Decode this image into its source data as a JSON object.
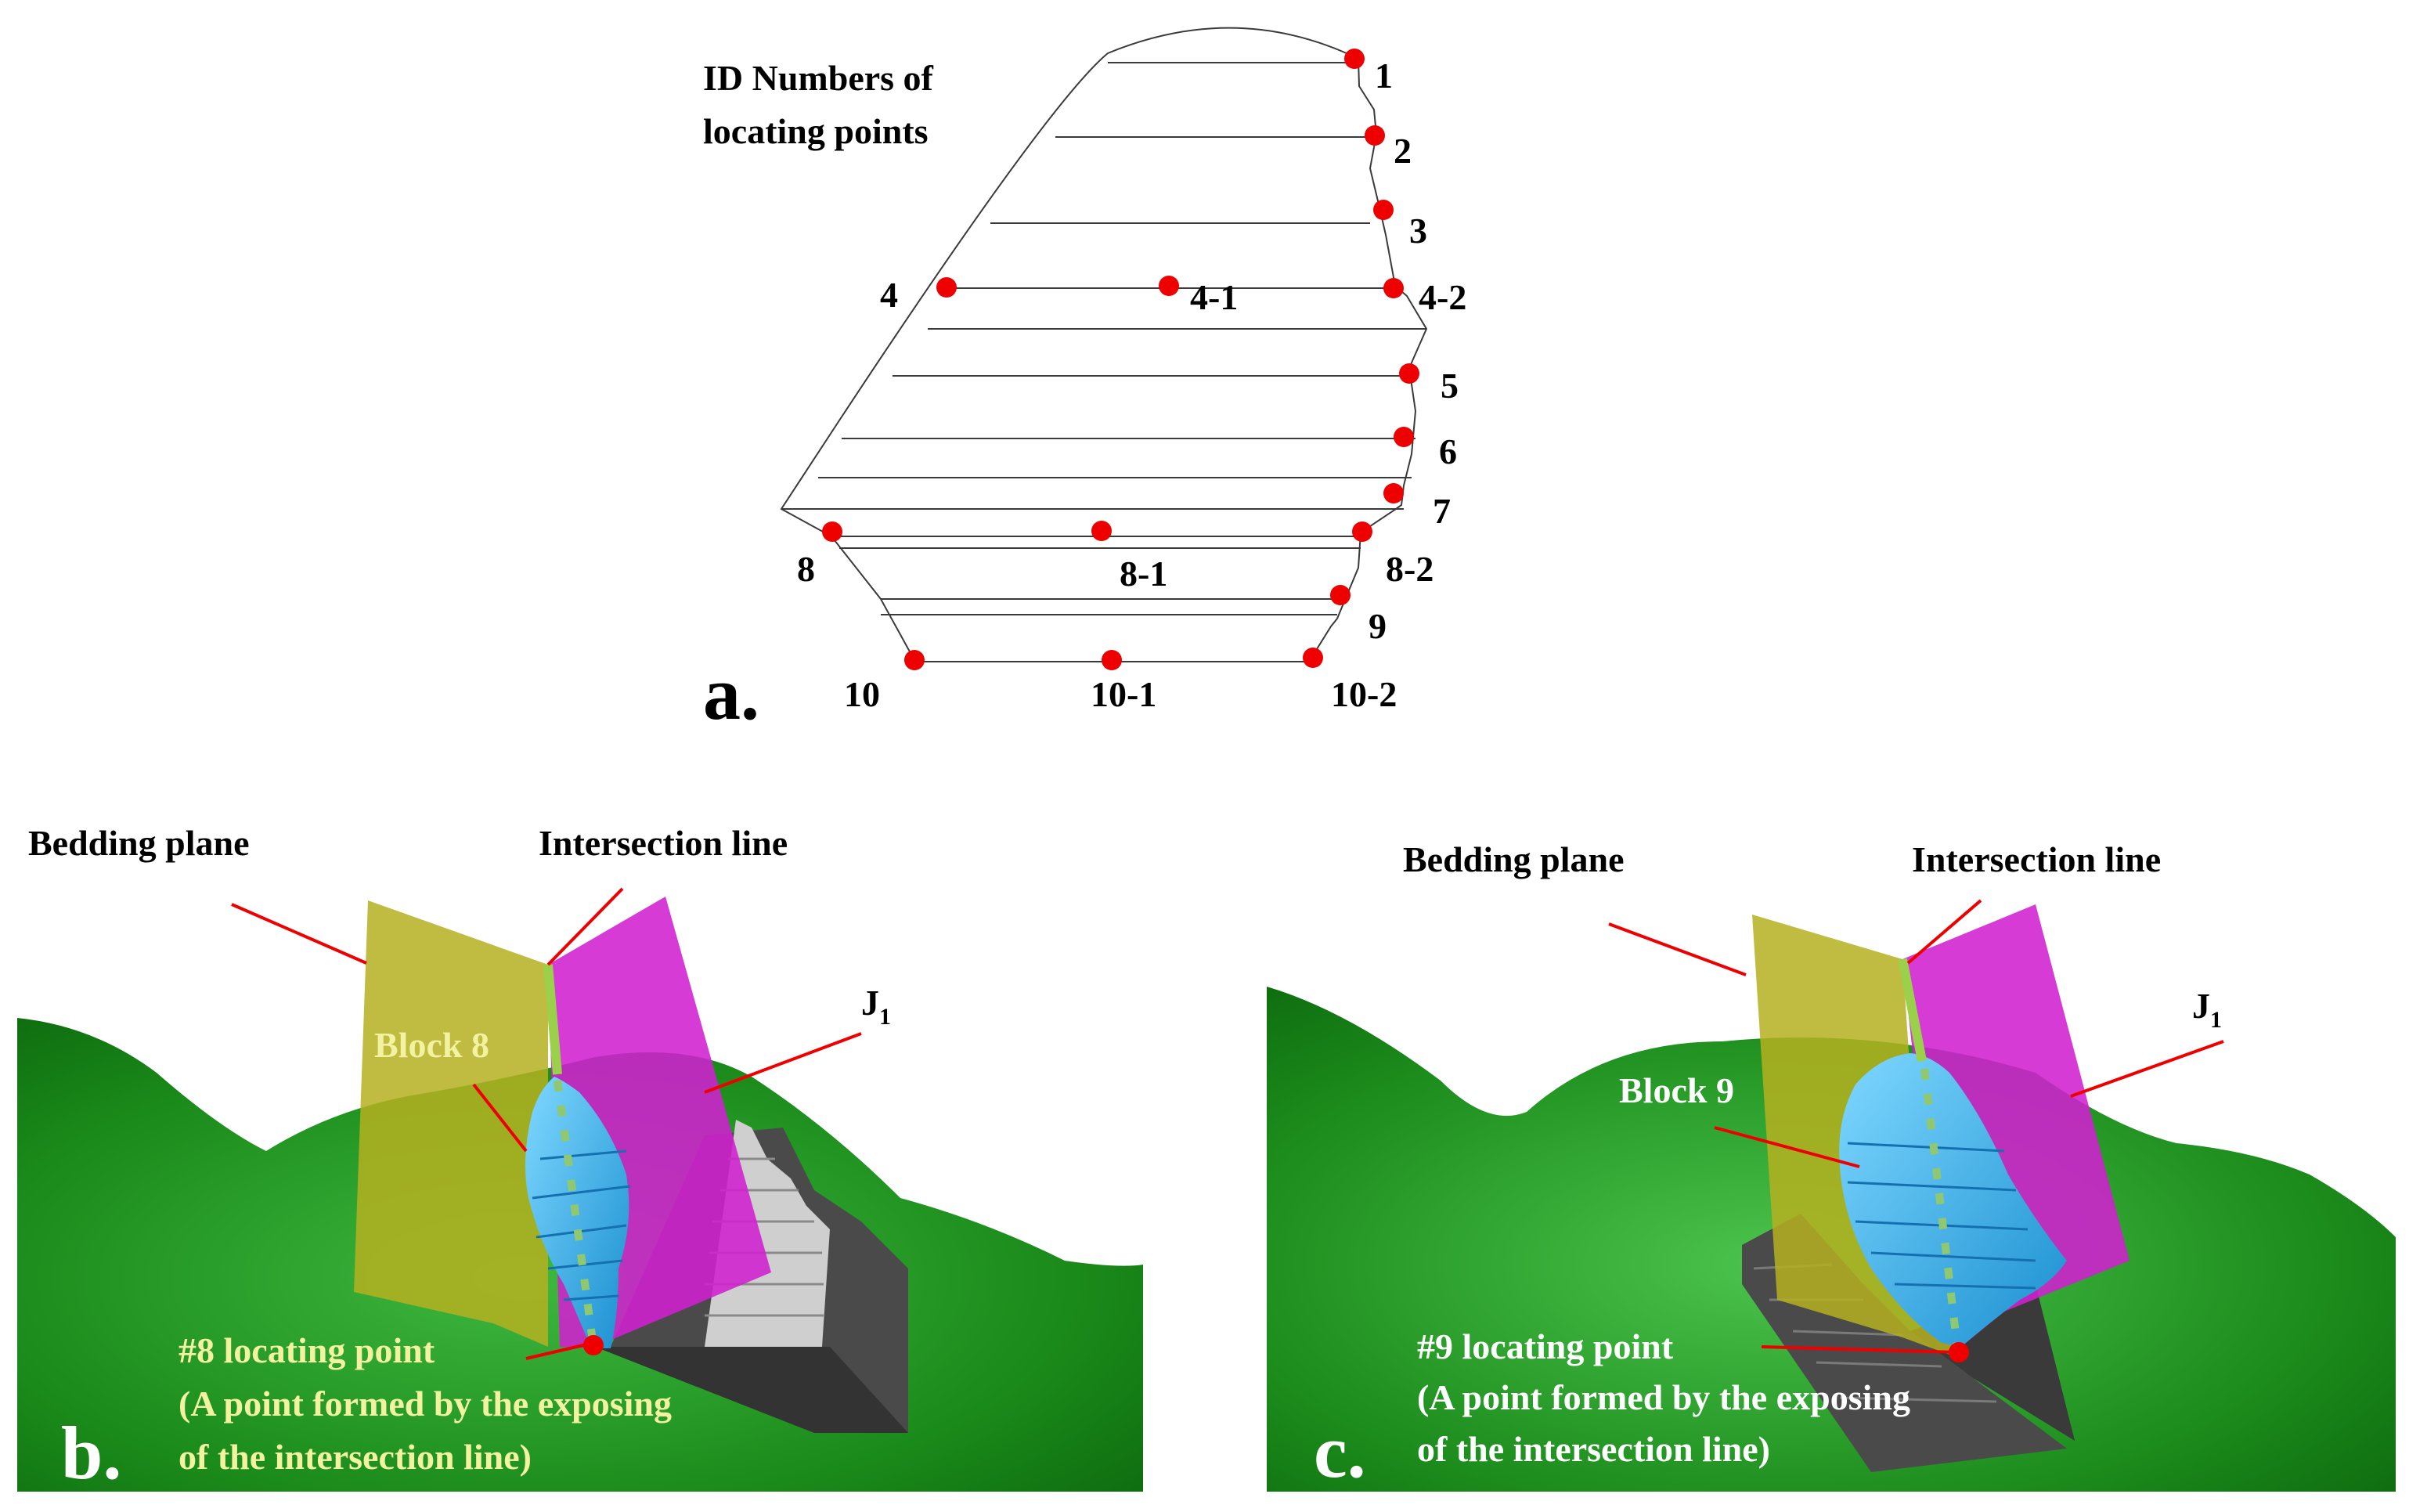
{
  "panel_a": {
    "title_line1": "ID Numbers of",
    "title_line2": "locating points",
    "panel_letter": "a.",
    "point_labels": [
      "1",
      "2",
      "3",
      "4",
      "4-1",
      "4-2",
      "5",
      "6",
      "7",
      "8",
      "8-1",
      "8-2",
      "9",
      "10",
      "10-1",
      "10-2"
    ]
  },
  "panel_b": {
    "panel_letter": "b.",
    "bedding_plane": "Bedding plane",
    "intersection_line": "Intersection line",
    "joint": "J",
    "joint_sub": "1",
    "block": "Block 8",
    "locating_point": "#8 locating point",
    "note_line1": "(A point formed by the exposing",
    "note_line2": "of the intersection line)"
  },
  "panel_c": {
    "panel_letter": "c.",
    "bedding_plane": "Bedding plane",
    "intersection_line": "Intersection line",
    "joint": "J",
    "joint_sub": "1",
    "block": "Block 9",
    "locating_point": "#9 locating point",
    "note_line1": "(A point formed by the exposing",
    "note_line2": "of the intersection line)"
  },
  "colors": {
    "terrain": "#1e8a1e",
    "bedding_plane": "#b5b020",
    "joint_plane": "#d020d0",
    "block": "#20a0e0",
    "intersection": "#9ad04a",
    "marker": "#ee0000",
    "stair": "#555555"
  }
}
